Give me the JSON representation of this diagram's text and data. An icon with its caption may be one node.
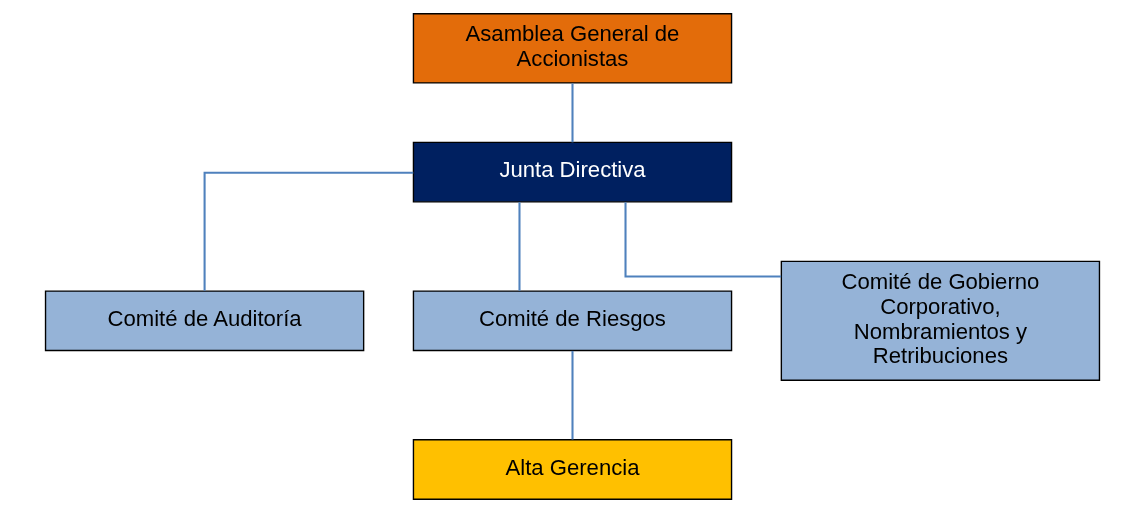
{
  "diagram": {
    "nodes": [
      {
        "text": [
          "Asamblea General de Accionistas"
        ]
      },
      {
        "text": [
          "Junta Directiva"
        ]
      },
      {
        "text": [
          "Comité de Auditoría"
        ]
      },
      {
        "text": [
          "Comité de Riesgos"
        ]
      },
      {
        "text": [
          "Comité de Gobierno Corporativo, Nombramientos y Retribuciones"
        ]
      },
      {
        "text": [
          "Alta Gerencia"
        ]
      }
    ],
    "edges": [
      {
        "from": 0,
        "to": 1,
        "arrow": "none"
      },
      {
        "from": 1,
        "to": 2,
        "arrow": "none"
      },
      {
        "from": 1,
        "to": 3,
        "arrow": "none"
      },
      {
        "from": 1,
        "to": 4,
        "arrow": "none"
      },
      {
        "from": 3,
        "to": 5,
        "arrow": "none"
      }
    ]
  }
}
